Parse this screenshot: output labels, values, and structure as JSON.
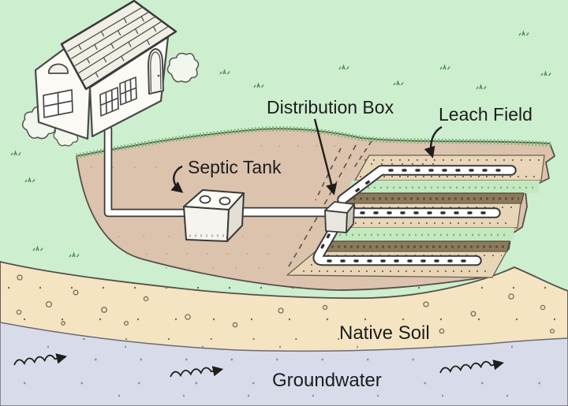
{
  "figure": {
    "description": "Hand-drawn cross-section diagram of a residential septic system",
    "labels": {
      "distribution_box": "Distribution Box",
      "septic_tank": "Septic Tank",
      "leach_field": "Leach Field",
      "native_soil": "Native Soil",
      "groundwater": "Groundwater"
    }
  },
  "colors": {
    "grass": "#cdeecf",
    "strip": "#c3e9c1",
    "fringe": "#79b879",
    "pit": "#dcc3ad",
    "gravel": "#e9d6b8",
    "speck": "#6f5b3c",
    "dark": "#8b7b5c",
    "soil": "#f4e4c2",
    "soilspeck": "#7c6a4d",
    "water": "#d8dcea",
    "waterdot": "#8b93ab",
    "outline": "#54504a",
    "ink": "#3a3a3a",
    "text": "#1d1d1d",
    "wall": "#fbfaf5",
    "roof": "#f1eee6",
    "pipe": "#ffffff",
    "boxfront": "#e9e6df",
    "boxside": "#cfc9bd",
    "tankside": "#e3dfd5"
  }
}
